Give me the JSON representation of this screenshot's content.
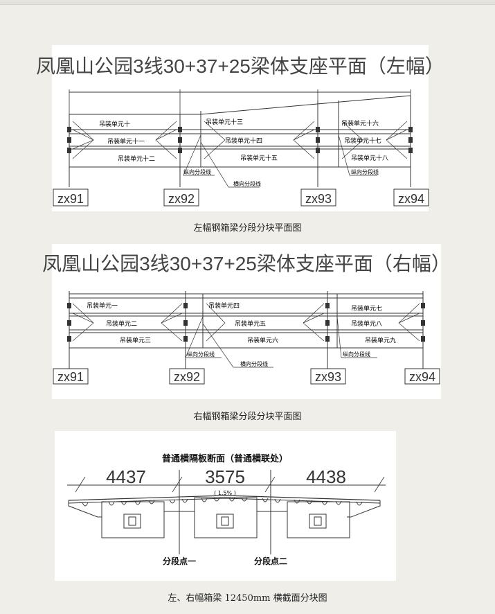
{
  "figure1": {
    "title": "凤凰山公园3线30+37+25梁体支座平面（左幅）",
    "units": [
      "吊装单元十",
      "吊装单元十一",
      "吊装单元十二",
      "吊装单元十三",
      "吊装单元十四",
      "吊装单元十五",
      "吊装单元十六",
      "吊装单元十七",
      "吊装单元十八"
    ],
    "annot_long": [
      "纵向分段线",
      "纵向分段线"
    ],
    "annot_trans": "横向分段线",
    "piers": [
      "zx91",
      "zx92",
      "zx93",
      "zx94"
    ],
    "caption": "左幅钢箱梁分段分块平面图"
  },
  "figure2": {
    "title": "凤凰山公园3线30+37+25梁体支座平面（右幅）",
    "units": [
      "吊装单元一",
      "吊装单元二",
      "吊装单元三",
      "吊装单元四",
      "吊装单元五",
      "吊装单元六",
      "吊装单元七",
      "吊装单元八",
      "吊装单元九"
    ],
    "annot_long": [
      "纵向分段线",
      "纵向分段线"
    ],
    "annot_trans": "横向分段线",
    "piers": [
      "zx91",
      "zx92",
      "zx93",
      "zx94"
    ],
    "caption": "右幅钢箱梁分段分块平面图"
  },
  "figure3": {
    "title": "普通横隔板断面（普通横联处）",
    "dims": [
      "4437",
      "3575",
      "4438"
    ],
    "slope": "( 1.5% )",
    "points": [
      "分段点一",
      "分段点二"
    ],
    "caption": "左、右幅箱梁 12450mm 横截面分块图"
  }
}
